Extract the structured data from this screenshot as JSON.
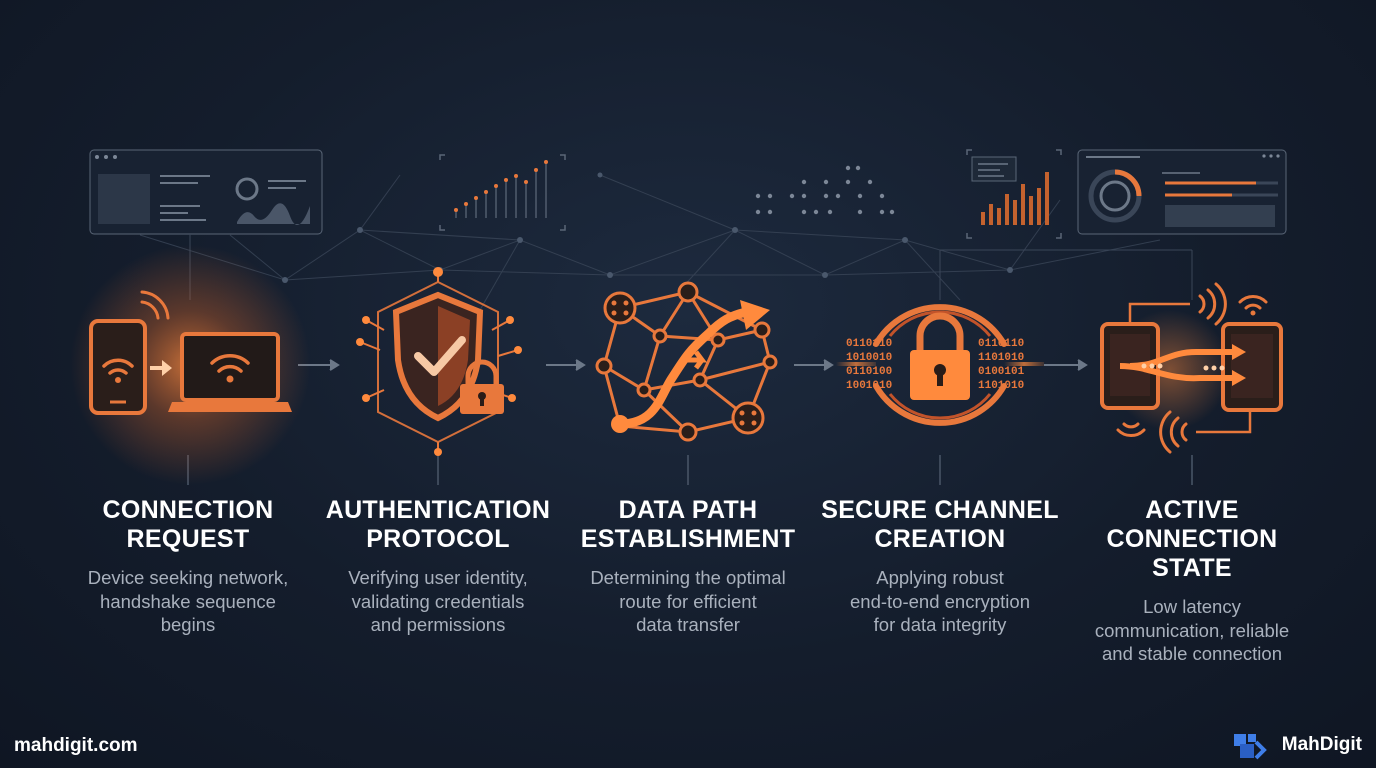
{
  "colors": {
    "accent": "#e8783c",
    "accent_glow": "#ff8a3d",
    "panel_line": "#5a6677",
    "background": "#141d2c"
  },
  "steps": [
    {
      "title": [
        "CONNECTION",
        "REQUEST"
      ],
      "desc": [
        "Device seeking network,",
        "handshake sequence",
        "begins"
      ],
      "icon": "phone-laptop-wifi-icon"
    },
    {
      "title": [
        "AUTHENTICATION",
        "PROTOCOL"
      ],
      "desc": [
        "Verifying user identity,",
        "validating credentials",
        "and permissions"
      ],
      "icon": "shield-check-lock-icon"
    },
    {
      "title": [
        "DATA PATH",
        "ESTABLISHMENT"
      ],
      "desc": [
        "Determining the optimal",
        "route for efficient",
        "data transfer"
      ],
      "icon": "network-route-icon"
    },
    {
      "title": [
        "SECURE CHANNEL",
        "CREATION"
      ],
      "desc": [
        "Applying robust",
        "end-to-end encryption",
        "for data integrity"
      ],
      "icon": "padlock-encryption-icon"
    },
    {
      "title": [
        "ACTIVE",
        "CONNECTION",
        "STATE"
      ],
      "desc": [
        "Low latency",
        "communication, reliable",
        "and stable connection"
      ],
      "icon": "devices-data-exchange-icon"
    }
  ],
  "binary": {
    "left": [
      "0110110",
      "1010010",
      "0110100",
      "1001010"
    ],
    "right": [
      "0110110",
      "1101010",
      "0100101",
      "1101010"
    ]
  },
  "brand": {
    "site": "mahdigit.com",
    "logo_text": "MahDigit"
  }
}
